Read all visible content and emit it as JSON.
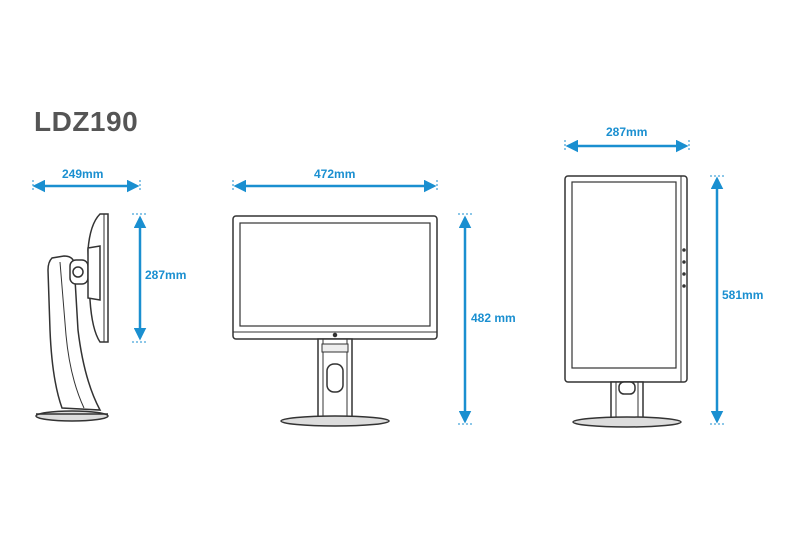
{
  "title": "LDZ190",
  "colors": {
    "dimension": "#1a8fd0",
    "outline": "#333333",
    "title": "#555555"
  },
  "views": {
    "side": {
      "width_label": "249mm",
      "height_label": "287mm"
    },
    "front": {
      "width_label": "472mm",
      "height_label": "482 mm"
    },
    "portrait": {
      "width_label": "287mm",
      "height_label": "581mm"
    }
  }
}
